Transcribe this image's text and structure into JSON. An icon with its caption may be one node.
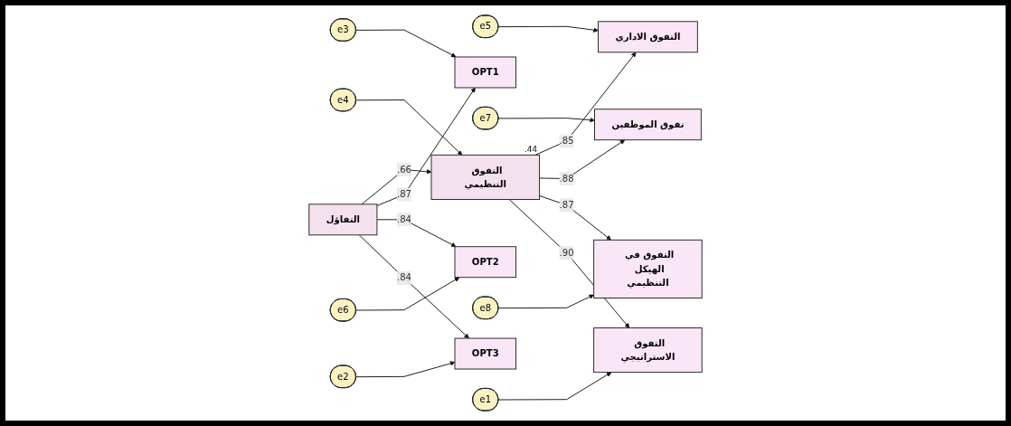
{
  "diagram": {
    "nodes": [
      {
        "text": [
          "e5"
        ]
      },
      {
        "text": [
          "التفوق الاداري"
        ]
      },
      {
        "text": [
          "OPT1"
        ]
      },
      {
        "text": [
          "e3"
        ]
      },
      {
        "text": [
          "e4"
        ]
      },
      {
        "text": [
          "e7"
        ]
      },
      {
        "text": [
          "تفوق الموظفين"
        ]
      },
      {
        "text": [
          "التفوق التنظيمي"
        ],
        "beside": [
          ".44"
        ]
      },
      {
        "text": [
          "التفاؤل"
        ]
      },
      {
        "text": [
          "OPT2"
        ]
      },
      {
        "text": [
          "e6"
        ]
      },
      {
        "text": [
          "e8"
        ]
      },
      {
        "text": [
          "التفوق في الهيكل التنظيمي"
        ]
      },
      {
        "text": [
          "OPT3"
        ]
      },
      {
        "text": [
          "e2"
        ]
      },
      {
        "text": [
          "e1"
        ]
      },
      {
        "text": [
          "التفوق الاستراتيجي"
        ]
      }
    ],
    "edges": [
      {
        "from": 0,
        "to": 1,
        "arrow": "to"
      },
      {
        "from": 5,
        "to": 6,
        "arrow": "to"
      },
      {
        "from": 11,
        "to": 12,
        "arrow": "to"
      },
      {
        "from": 15,
        "to": 16,
        "arrow": "to"
      },
      {
        "from": 7,
        "to": 1,
        "label": ".85",
        "arrow": "to"
      },
      {
        "from": 7,
        "to": 6,
        "label": ".88",
        "arrow": "to"
      },
      {
        "from": 7,
        "to": 12,
        "label": ".87",
        "arrow": "to"
      },
      {
        "from": 7,
        "to": 16,
        "label": ".90",
        "arrow": "to"
      },
      {
        "from": 4,
        "to": 7,
        "arrow": "to"
      },
      {
        "from": 8,
        "to": 7,
        "label": ".66",
        "arrow": "to"
      },
      {
        "from": 8,
        "to": 2,
        "label": ".87",
        "arrow": "to"
      },
      {
        "from": 8,
        "to": 9,
        "label": ".84",
        "arrow": "to"
      },
      {
        "from": 8,
        "to": 13,
        "label": ".84",
        "arrow": "to"
      },
      {
        "from": 3,
        "to": 2,
        "arrow": "to"
      },
      {
        "from": 10,
        "to": 9,
        "arrow": "to"
      },
      {
        "from": 14,
        "to": 13,
        "arrow": "to"
      }
    ]
  }
}
